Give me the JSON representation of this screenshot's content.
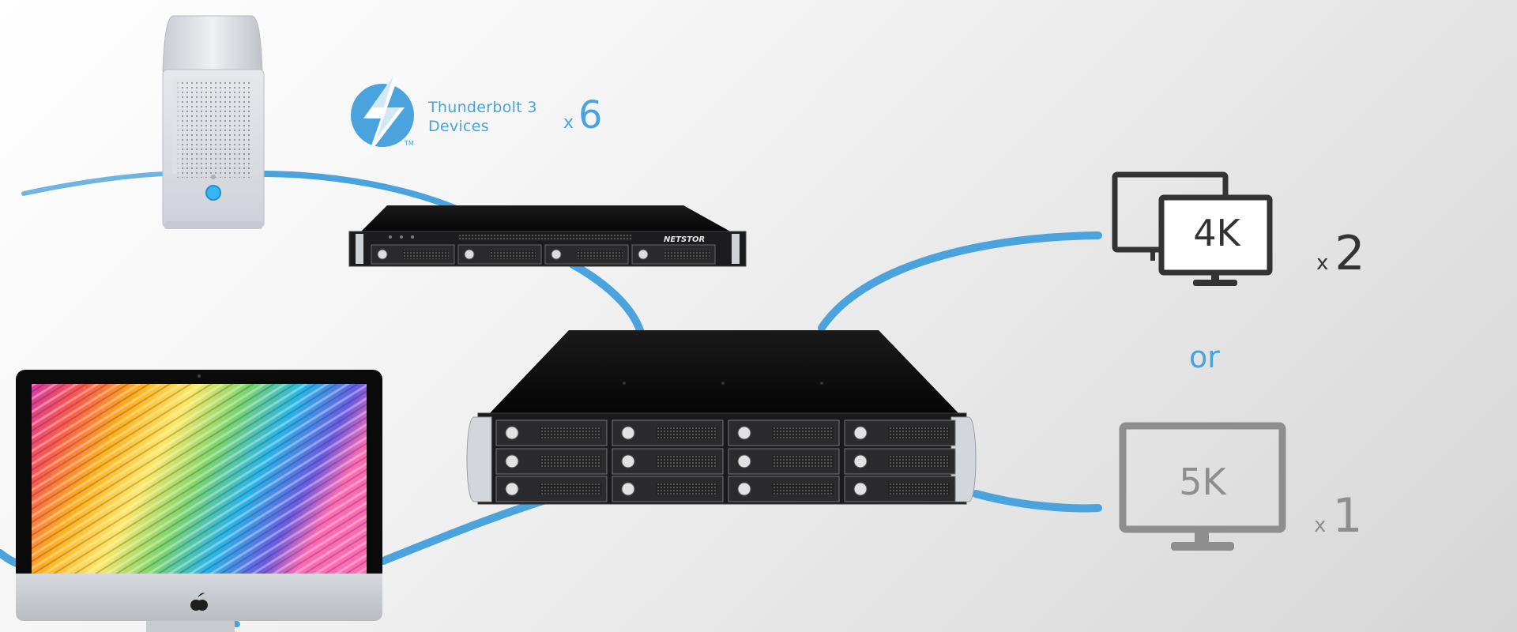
{
  "thunderbolt": {
    "line1": "Thunderbolt 3",
    "line2": "Devices",
    "tm": "TM",
    "x": "x",
    "count": "6"
  },
  "displays": {
    "dual": {
      "label": "4K",
      "x": "x",
      "count": "2"
    },
    "or": "or",
    "single": {
      "label": "5K",
      "x": "x",
      "count": "1"
    }
  },
  "rack_1u": {
    "brand": "NETSTOR"
  },
  "colors": {
    "cable": "#4aa3dd",
    "monitor_4k": "#333333",
    "monitor_5k": "#8e8e8e",
    "rack": "#0c0c0c",
    "silver": "#d8dbe0"
  }
}
